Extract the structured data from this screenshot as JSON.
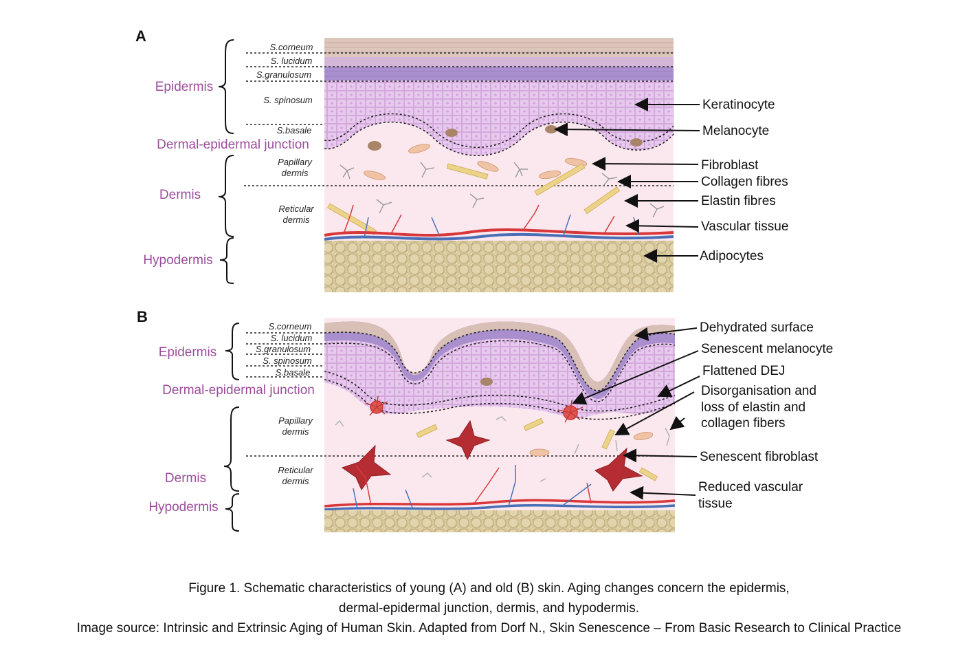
{
  "panels": [
    {
      "letter": "A",
      "regions": [
        "Epidermis",
        "Dermal-epidermal junction",
        "Dermis",
        "Hypodermis"
      ],
      "layers": [
        "S.corneum",
        "S. lucidum",
        "S.granulosum",
        "S. spinosum",
        "S.basale",
        "Papillary",
        "dermis",
        "Reticular",
        "dermis"
      ],
      "callouts": [
        "Keratinocyte",
        "Melanocyte",
        "Fibroblast",
        "Collagen fibres",
        "Elastin fibres",
        "Vascular tissue",
        "Adipocytes"
      ]
    },
    {
      "letter": "B",
      "regions": [
        "Epidermis",
        "Dermal-epidermal junction",
        "Dermis",
        "Hypodermis"
      ],
      "layers": [
        "S.corneum",
        "S. lucidum",
        "S.granulosum",
        "S. spinosum",
        "S.basale",
        "Papillary",
        "dermis",
        "Reticular",
        "dermis"
      ],
      "callouts": [
        "Dehydrated surface",
        "Senescent melanocyte",
        "Flattened DEJ",
        "Disorganisation and",
        "loss of elastin and",
        "collagen fibers",
        "Senescent fibroblast",
        "Reduced vascular",
        "tissue"
      ]
    }
  ],
  "caption": {
    "line1": "Figure 1. Schematic characteristics of young (A) and old (B) skin. Aging changes concern the epidermis,",
    "line2": "dermal-epidermal junction, dermis, and hypodermis.",
    "line3": "Image source: Intrinsic and Extrinsic Aging of Human Skin. Adapted from Dorf N., Skin Senescence – From Basic Research to Clinical Practice"
  },
  "colors": {
    "region_text": "#9b4d9b",
    "stratum_corneum": "#d9c2b8",
    "granulosum": "#a990cc",
    "spinosum": "#e6c3ea",
    "dermis": "#fbe8ef",
    "adipose": "#d6c596",
    "artery": "#d9383a",
    "vein": "#4a6fb5",
    "senescent_cell": "#b52d32"
  }
}
